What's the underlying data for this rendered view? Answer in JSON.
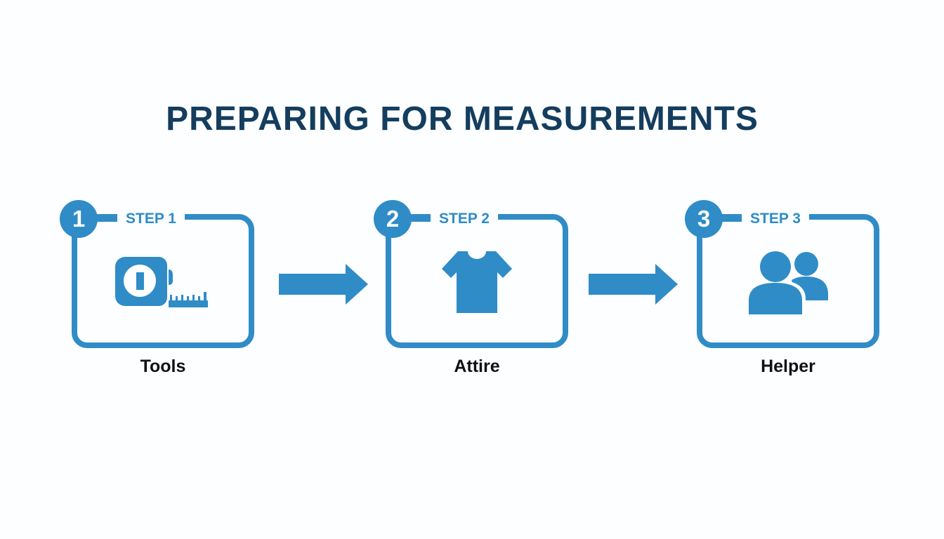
{
  "title": "PREPARING FOR MEASUREMENTS",
  "colors": {
    "title": "#143d5e",
    "accent": "#2f8cc7",
    "caption": "#111111",
    "background": "#fdfeff"
  },
  "steps": [
    {
      "number": "1",
      "label": "STEP 1",
      "icon": "tape-measure-icon",
      "caption": "Tools"
    },
    {
      "number": "2",
      "label": "STEP 2",
      "icon": "t-shirt-icon",
      "caption": "Attire"
    },
    {
      "number": "3",
      "label": "STEP 3",
      "icon": "users-icon",
      "caption": "Helper"
    }
  ],
  "arrows": [
    {
      "from": "STEP 1",
      "to": "STEP 2",
      "icon": "arrow-right-icon"
    },
    {
      "from": "STEP 2",
      "to": "STEP 3",
      "icon": "arrow-right-icon"
    }
  ]
}
